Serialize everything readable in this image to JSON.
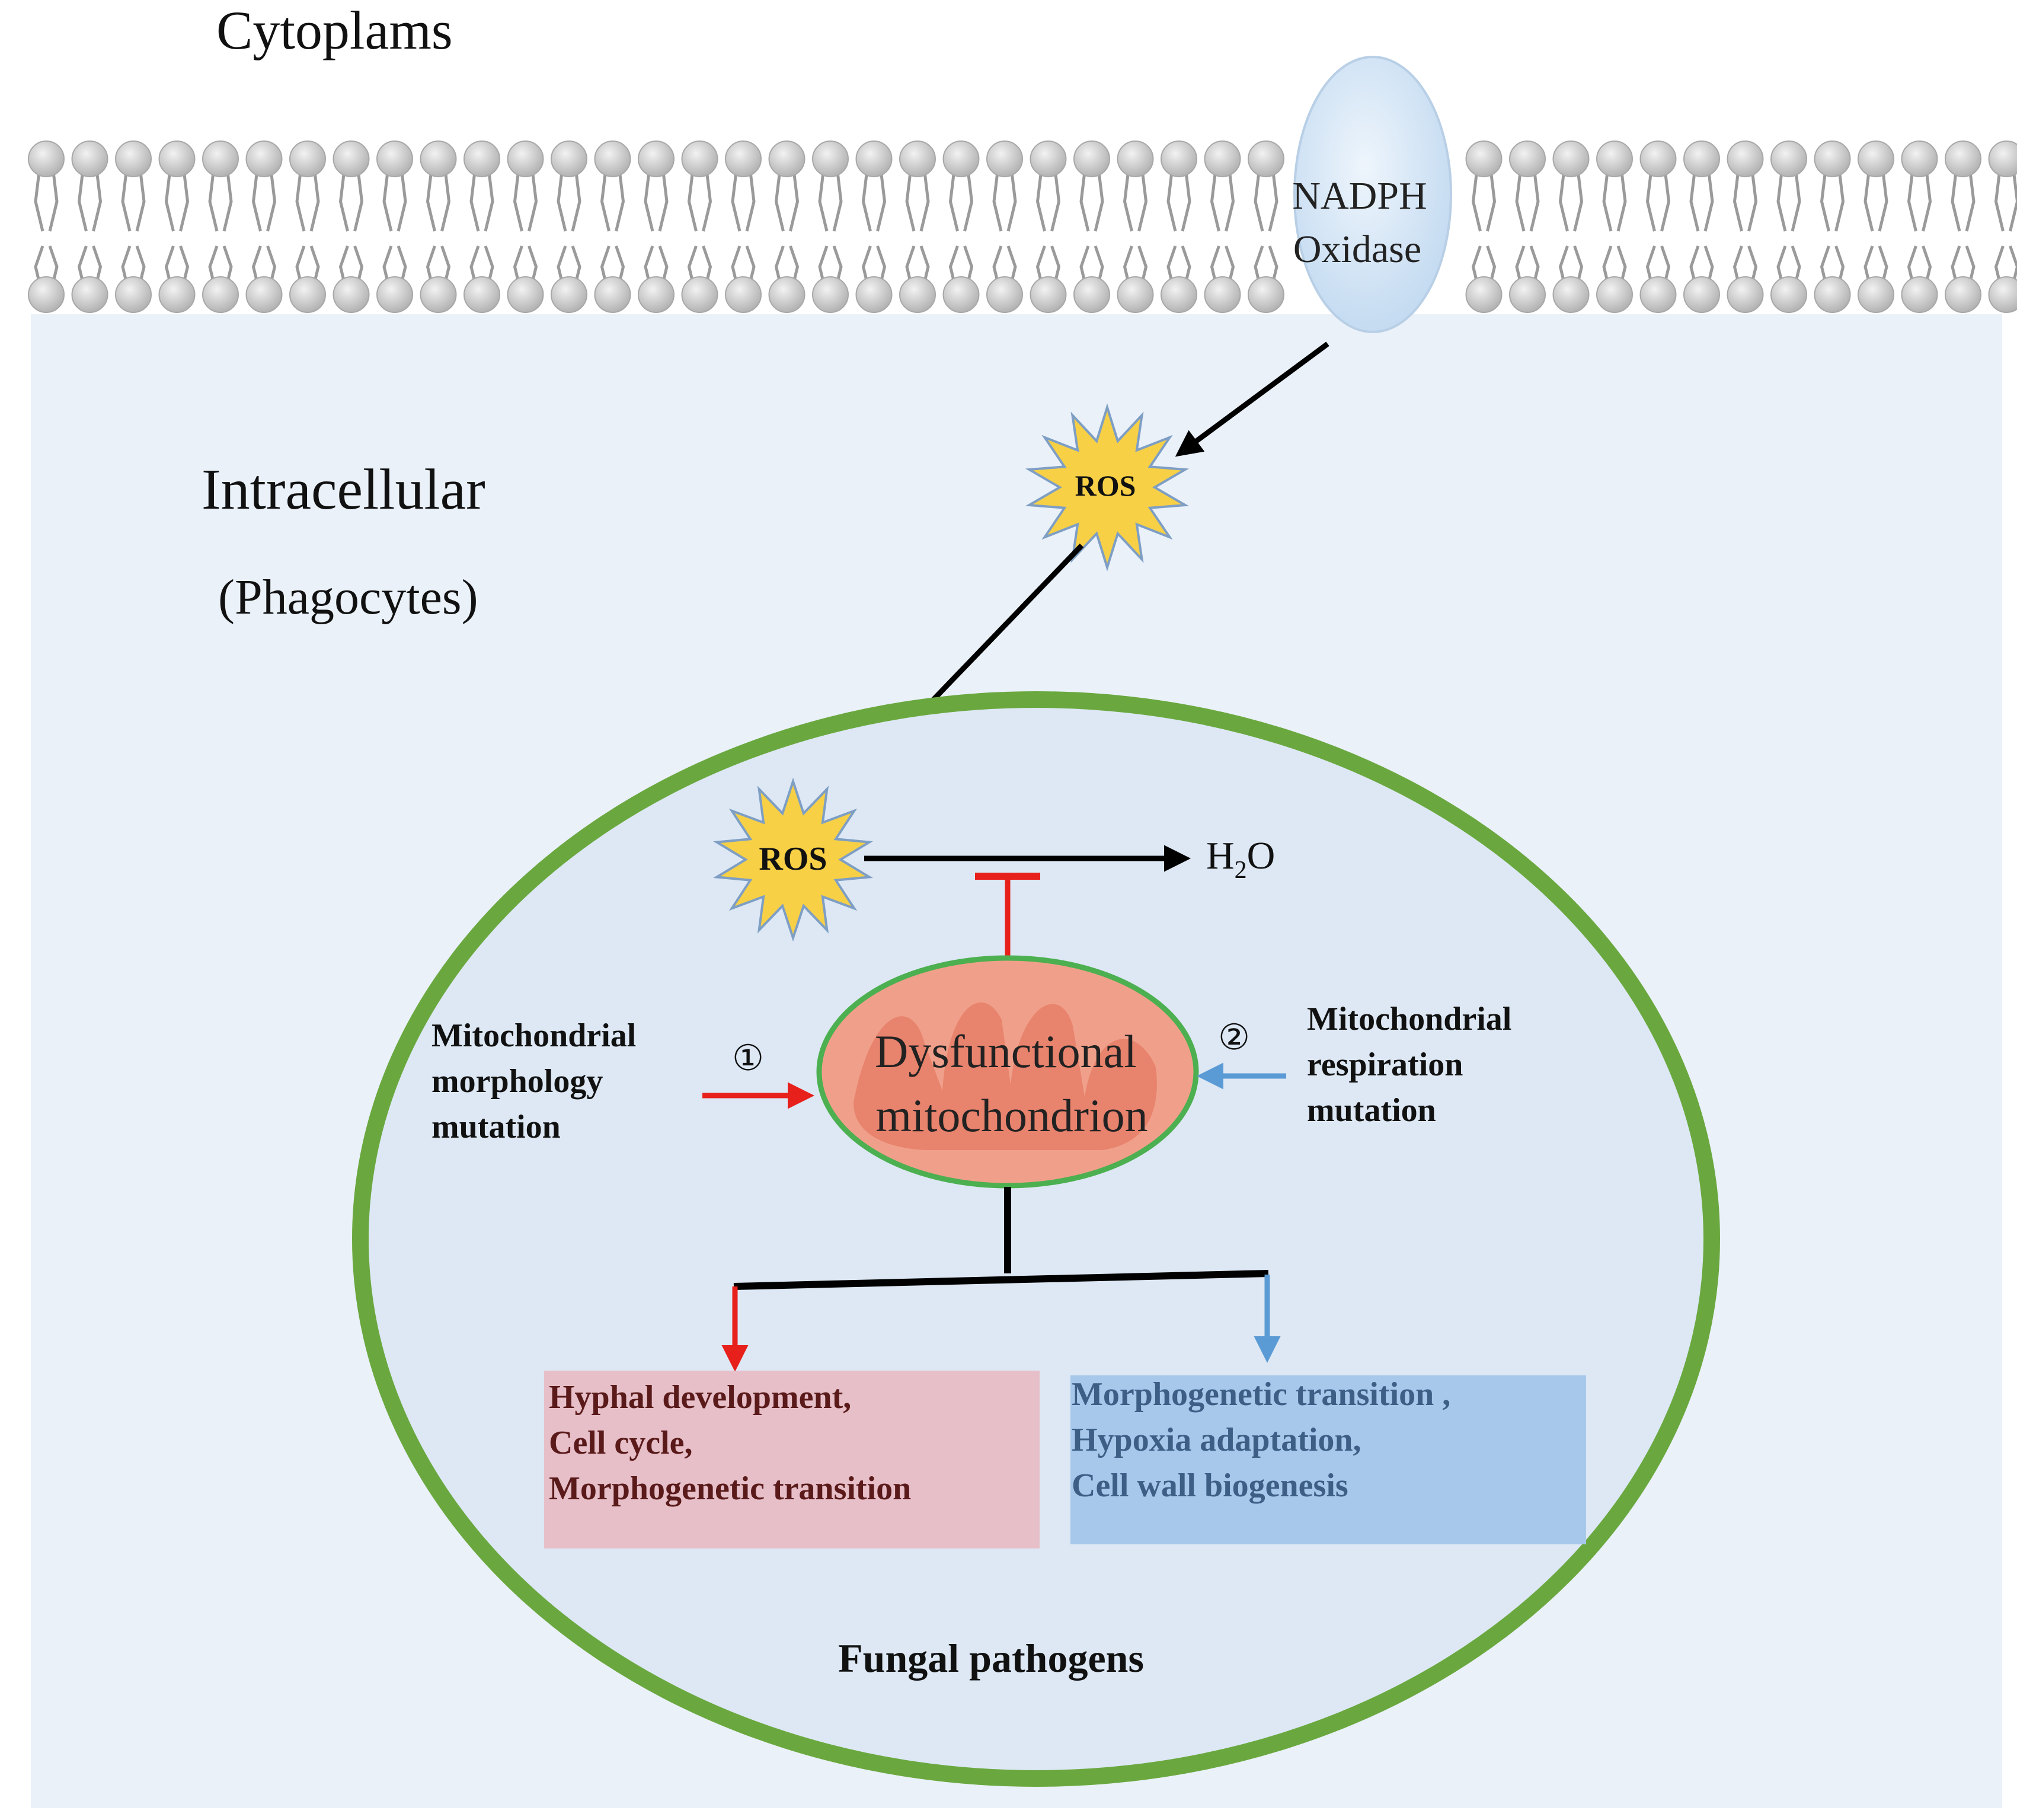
{
  "regions": {
    "cytoplasm_label": "Cytoplams",
    "intracellular_label": "Intracellular",
    "phagocytes_label": "(Phagocytes)",
    "fungal_label": "Fungal pathogens"
  },
  "nadph": {
    "line1": "NADPH",
    "line2": "Oxidase"
  },
  "ros": {
    "outer": "ROS",
    "inner": "ROS"
  },
  "water": {
    "h": "H",
    "sub": "2",
    "o": "O"
  },
  "mitochondrion": {
    "line1": "Dysfunctional",
    "line2": "mitochondrion"
  },
  "left_input": {
    "marker": "①",
    "lines": [
      "Mitochondrial",
      "morphology",
      "mutation"
    ]
  },
  "right_input": {
    "marker": "②",
    "lines": [
      "Mitochondrial",
      "respiration",
      "mutation"
    ]
  },
  "outcome_left": {
    "lines": [
      "Hyphal development,",
      "Cell cycle,",
      "Morphogenetic transition"
    ]
  },
  "outcome_right": {
    "lines": [
      "Morphogenetic transition ,",
      "Hypoxia adaptation,",
      "Cell wall biogenesis"
    ]
  },
  "colors": {
    "cell_bg": "#eaf1f9",
    "fungal_fill": "#dde8f4",
    "fungal_border": "#6aa83f",
    "nadph_fill": "#d6e6f5",
    "ros_fill": "#f7d046",
    "mito_fill": "#f0a08a",
    "mito_inner": "#e57a63",
    "mito_border": "#4caf50",
    "red": "#e8201c",
    "blue": "#5b9bd5",
    "box_left": "#e6bfc8",
    "box_right": "#a7c8ea",
    "text_left": "#5a1a1a",
    "text_right": "#3d5f86"
  }
}
